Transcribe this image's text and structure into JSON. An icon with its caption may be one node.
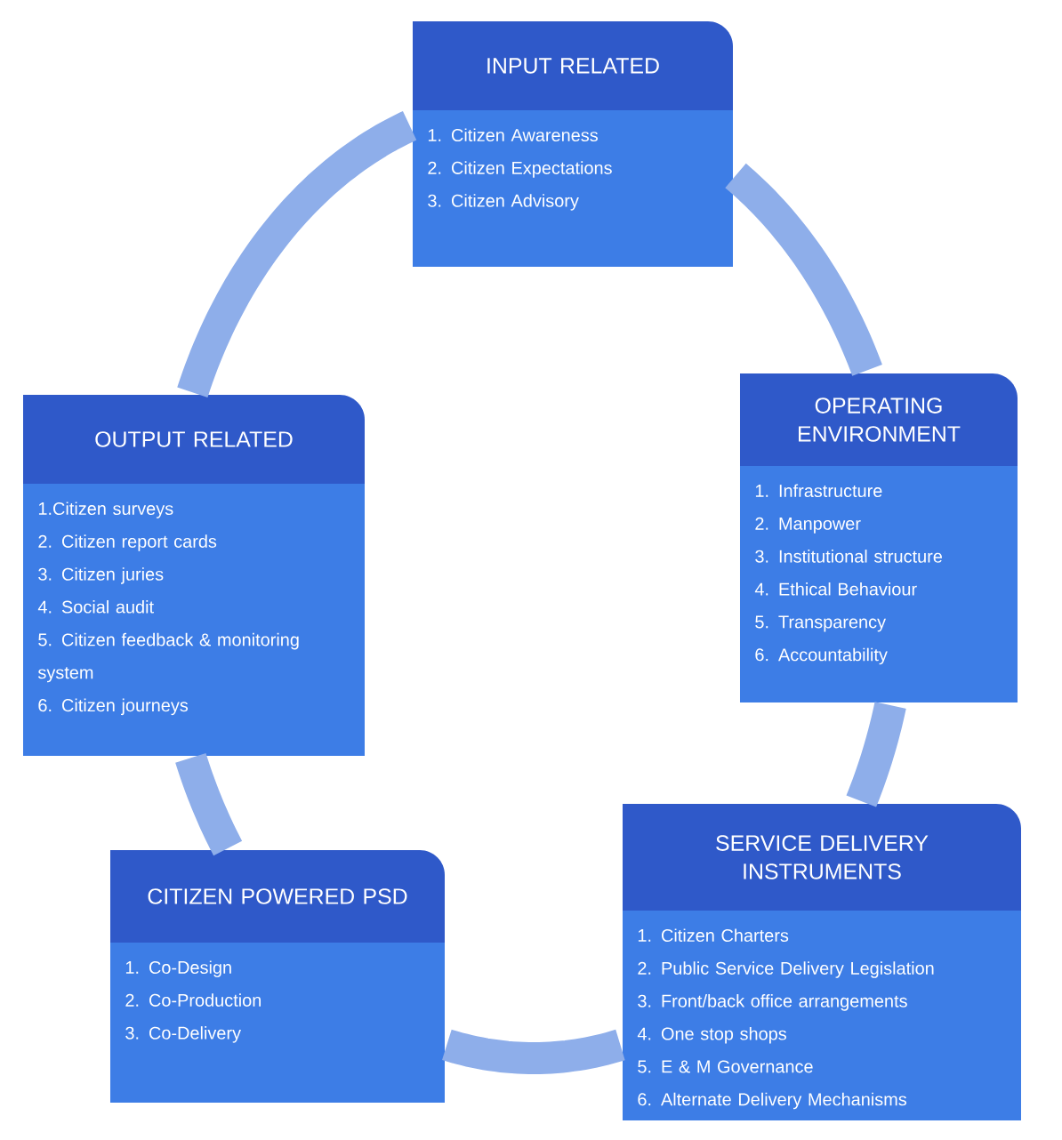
{
  "diagram": {
    "nodes": [
      {
        "text": [
          "INPUT RELATED",
          "1. Citizen Awareness",
          "2. Citizen Expectations",
          "3. Citizen Advisory"
        ]
      },
      {
        "text": [
          "OUTPUT RELATED",
          "1.Citizen surveys",
          "2. Citizen report cards",
          "3. Citizen juries",
          "4. Social audit",
          "5. Citizen feedback & monitoring system",
          "6. Citizen journeys"
        ]
      },
      {
        "text": [
          "OPERATING ENVIRONMENT",
          "1. Infrastructure",
          "2. Manpower",
          "3. Institutional structure",
          "4. Ethical Behaviour",
          "5. Transparency",
          "6. Accountability"
        ]
      },
      {
        "text": [
          "SERVICE DELIVERY INSTRUMENTS",
          "1. Citizen Charters",
          "2. Public Service Delivery Legislation",
          "3. Front/back office arrangements",
          "4. One stop shops",
          "5. E & M Governance",
          "6. Alternate Delivery Mechanisms"
        ]
      },
      {
        "text": [
          "CITIZEN POWERED PSD",
          "1. Co-Design",
          "2. Co-Production",
          "3. Co-Delivery"
        ]
      }
    ],
    "edges": [
      {
        "from": 0,
        "to": 2,
        "arrow": "none"
      },
      {
        "from": 2,
        "to": 3,
        "arrow": "none"
      },
      {
        "from": 3,
        "to": 4,
        "arrow": "none"
      },
      {
        "from": 4,
        "to": 1,
        "arrow": "none"
      },
      {
        "from": 1,
        "to": 0,
        "arrow": "none"
      }
    ]
  }
}
